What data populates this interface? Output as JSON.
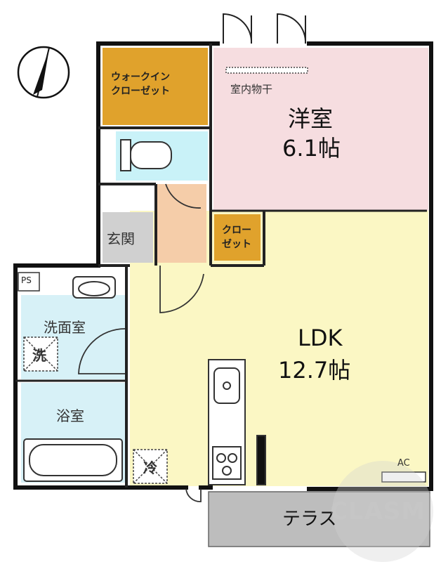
{
  "rooms": {
    "western": {
      "name": "洋室",
      "size": "6.1帖"
    },
    "ldk": {
      "name": "LDK",
      "size": "12.7帖"
    },
    "walkin_closet": {
      "line1": "ウォークイン",
      "line2": "クローゼット"
    },
    "closet": {
      "line1": "クロー",
      "line2": "ゼット"
    },
    "entrance": "玄関",
    "washroom": "洗面室",
    "bathroom": "浴室",
    "terrace": "テラス"
  },
  "labels": {
    "drying": "室内物干",
    "ps": "PS",
    "ac": "AC",
    "washer": "洗",
    "fridge": "冷"
  },
  "watermark": "CLASM",
  "colors": {
    "western": "#f6dde0",
    "ldk": "#fbf7c4",
    "closet": "#e0a22c",
    "toilet": "#c9f2f8",
    "wash": "#d7f1f7",
    "entrance_hall": "#f5cda9",
    "entrance": "#d0d0d0",
    "terrace": "#bdbdbd",
    "wall": "#111111"
  }
}
